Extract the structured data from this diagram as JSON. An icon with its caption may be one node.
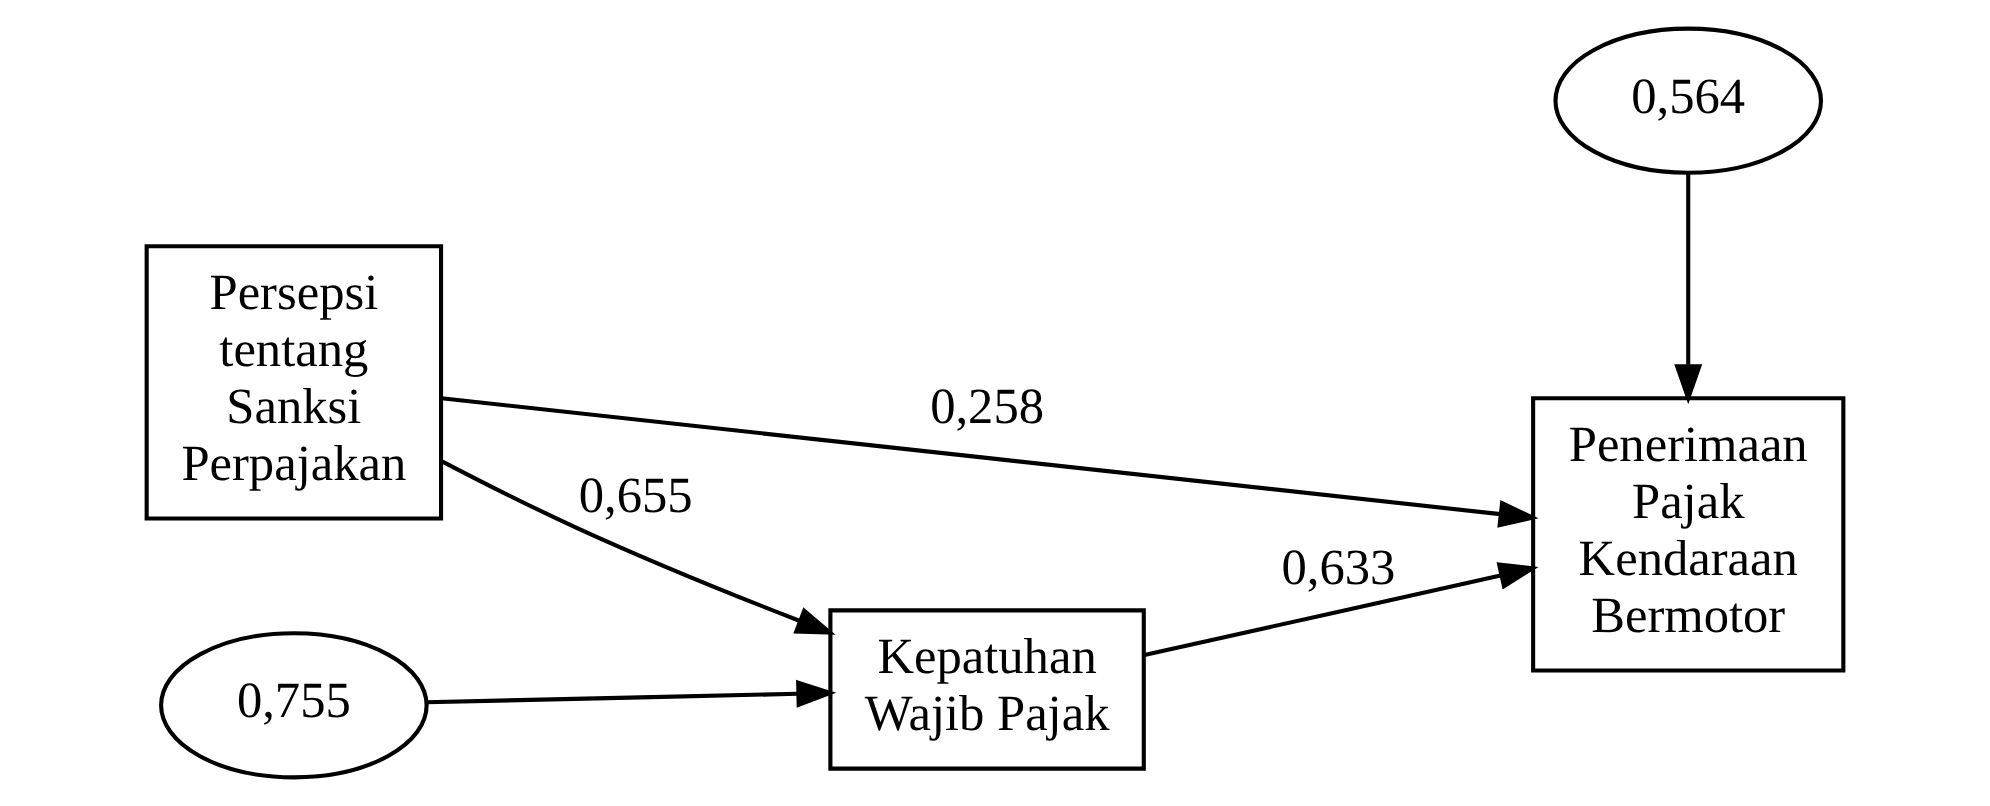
{
  "diagram": {
    "nodes": [
      {
        "text": [
          "Persepsi tentang Sanksi Perpajakan"
        ]
      },
      {
        "text": [
          "0,564"
        ]
      },
      {
        "text": [
          "0,755"
        ]
      },
      {
        "text": [
          "Kepatuhan Wajib Pajak"
        ]
      },
      {
        "text": [
          "Penerimaan Pajak Kendaraan Bermotor"
        ]
      }
    ],
    "edges": [
      {
        "from": 0,
        "to": 4,
        "arrow": "to",
        "label": "0,258"
      },
      {
        "from": 0,
        "to": 3,
        "arrow": "to",
        "label": "0,655"
      },
      {
        "from": 1,
        "to": 4,
        "arrow": "to"
      },
      {
        "from": 2,
        "to": 3,
        "arrow": "to"
      },
      {
        "from": 3,
        "to": 4,
        "arrow": "to",
        "label": "0,633"
      }
    ]
  }
}
